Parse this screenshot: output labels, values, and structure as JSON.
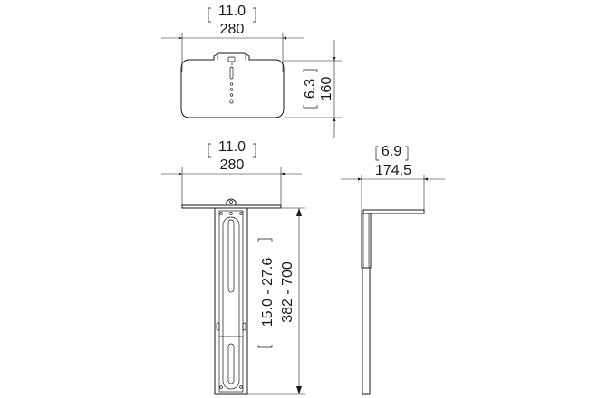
{
  "top_view": {
    "width_in": "11.0",
    "width_mm": "280",
    "depth_in": "6.3",
    "depth_mm": "160"
  },
  "front_view": {
    "width_in": "11.0",
    "width_mm": "280",
    "height_in": "15.0 - 27.6",
    "height_mm": "382 - 700"
  },
  "side_view": {
    "depth_in": "6.9",
    "depth_mm": "174,5"
  }
}
